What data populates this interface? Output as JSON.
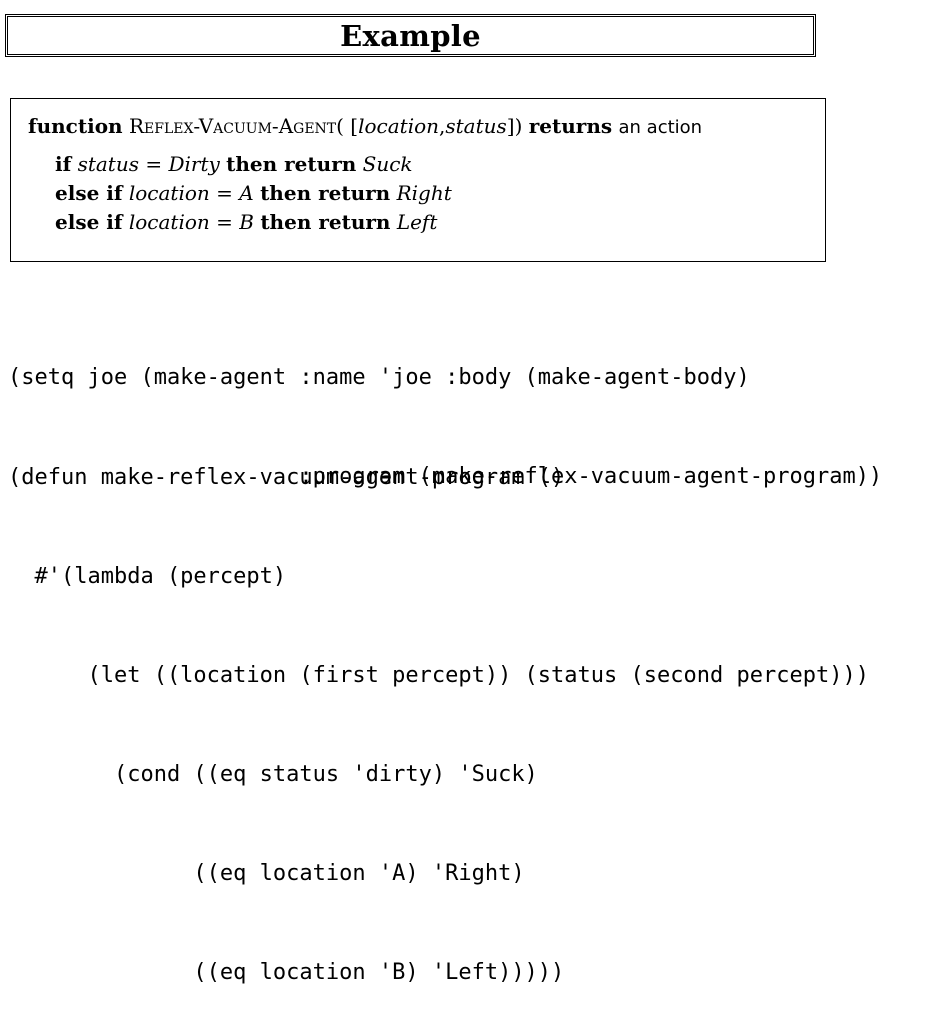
{
  "title": "Example",
  "algorithm": {
    "header": {
      "function_kw": "function",
      "name": "Reflex-Vacuum-Agent",
      "paren_open": "( [",
      "arg1": "location",
      "comma": ",",
      "arg2": "status",
      "paren_close": "])",
      "returns_kw": "returns",
      "returns_text": "an action"
    },
    "lines": [
      {
        "kw1": "if",
        "var": "status",
        "eq": " = ",
        "val": "Dirty",
        "kw2": "then return",
        "action": "Suck"
      },
      {
        "kw1": "else if",
        "var": "location",
        "eq": " = ",
        "val": "A",
        "kw2": "then return",
        "action": "Right"
      },
      {
        "kw1": "else if",
        "var": "location",
        "eq": " = ",
        "val": "B",
        "kw2": "then return",
        "action": "Left"
      }
    ]
  },
  "code_block_1": [
    "(setq joe (make-agent :name 'joe :body (make-agent-body)",
    "                      :program (make-reflex-vacuum-agent-program))"
  ],
  "code_block_2": [
    "(defun make-reflex-vacuum-agent-program ()",
    "  #'(lambda (percept)",
    "      (let ((location (first percept)) (status (second percept)))",
    "        (cond ((eq status 'dirty) 'Suck)",
    "              ((eq location 'A) 'Right)",
    "              ((eq location 'B) 'Left)))))"
  ]
}
